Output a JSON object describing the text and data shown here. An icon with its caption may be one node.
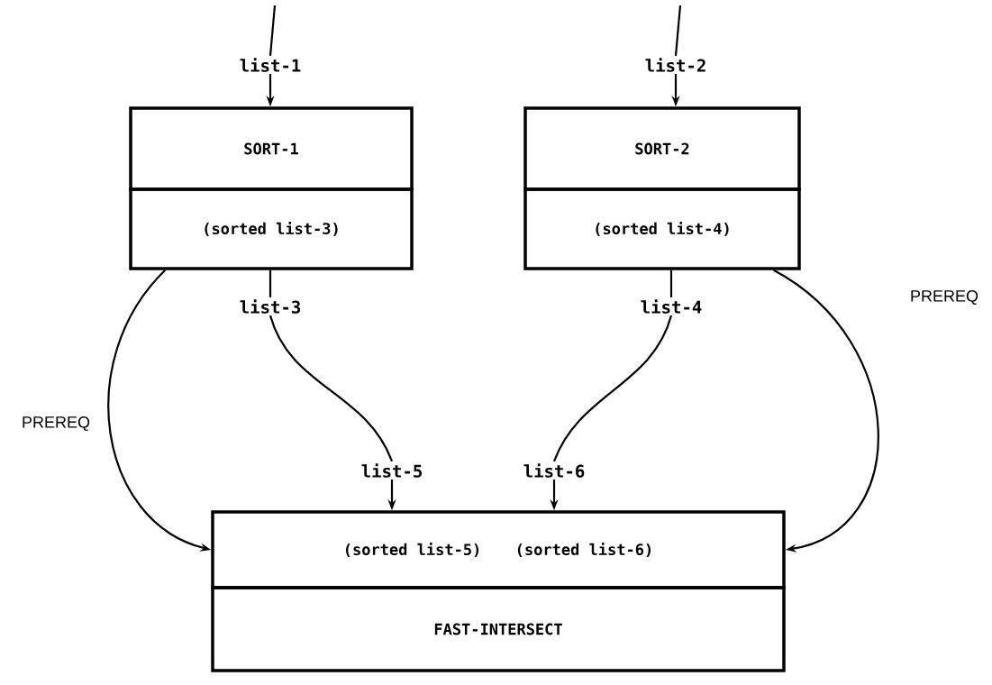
{
  "diagram": {
    "nodes": [
      {
        "text": [
          "list-1"
        ]
      },
      {
        "text": [
          "SORT-1"
        ]
      },
      {
        "text": [
          "(sorted list-3)"
        ]
      },
      {
        "text": [
          "list-2"
        ]
      },
      {
        "text": [
          "SORT-2"
        ]
      },
      {
        "text": [
          "(sorted list-4)"
        ]
      },
      {
        "text": [
          "list-3"
        ]
      },
      {
        "text": [
          "list-4"
        ]
      },
      {
        "text": [
          "list-5"
        ]
      },
      {
        "text": [
          "list-6"
        ]
      },
      {
        "text": [
          "(sorted list-5)",
          "(sorted list-6)"
        ]
      },
      {
        "text": [
          "FAST-INTERSECT"
        ]
      }
    ],
    "edges": [
      {
        "from": null,
        "to": 0,
        "arrow": "none"
      },
      {
        "from": 0,
        "to": 1,
        "arrow": "to"
      },
      {
        "from": null,
        "to": 3,
        "arrow": "none"
      },
      {
        "from": 3,
        "to": 4,
        "arrow": "to"
      },
      {
        "from": 2,
        "to": 6,
        "arrow": "none"
      },
      {
        "from": 5,
        "to": 7,
        "arrow": "none"
      },
      {
        "from": 6,
        "to": 8,
        "arrow": "none"
      },
      {
        "from": 7,
        "to": 9,
        "arrow": "none"
      },
      {
        "from": 8,
        "to": 10,
        "arrow": "to"
      },
      {
        "from": 9,
        "to": 10,
        "arrow": "to"
      },
      {
        "from": 2,
        "to": 10,
        "arrow": "to",
        "label": "PREREQ"
      },
      {
        "from": 5,
        "to": 10,
        "arrow": "to",
        "label": "PREREQ"
      }
    ]
  }
}
